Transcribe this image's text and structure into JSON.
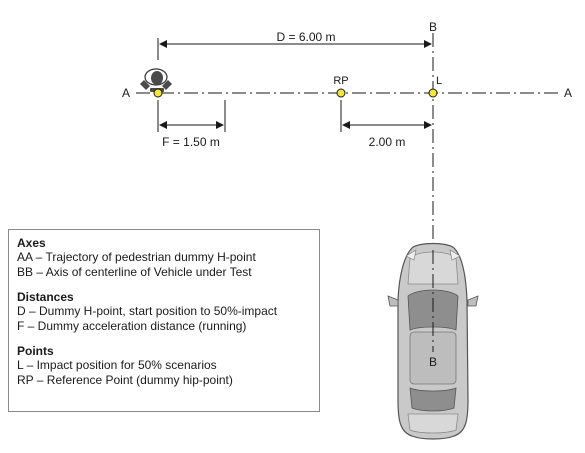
{
  "diagram": {
    "distance_D_label": "D = 6.00 m",
    "distance_F_label": "F = 1.50 m",
    "distance_RP_L_label": "2.00 m",
    "axis_A_left_label": "A",
    "axis_A_right_label": "A",
    "axis_B_top_label": "B",
    "axis_B_bottom_label": "B",
    "point_RP_label": "RP",
    "point_L_label": "L",
    "colors": {
      "point_fill": "#f2e63c",
      "line": "#1a1a1a",
      "car_body": "#c9c9c9",
      "legend_border": "#8a8a8a"
    },
    "icons": [
      "pedestrian-dummy-icon",
      "vehicle-top-view-icon"
    ]
  },
  "legend": {
    "axes_heading": "Axes",
    "axes_items": [
      "AA – Trajectory of pedestrian dummy H-point",
      "BB – Axis of centerline of Vehicle under Test"
    ],
    "distances_heading": "Distances",
    "distances_items": [
      "D – Dummy H-point, start position to 50%-impact",
      "F – Dummy acceleration distance (running)"
    ],
    "points_heading": "Points",
    "points_items": [
      "L – Impact position for 50% scenarios",
      "RP – Reference Point (dummy hip-point)"
    ]
  }
}
